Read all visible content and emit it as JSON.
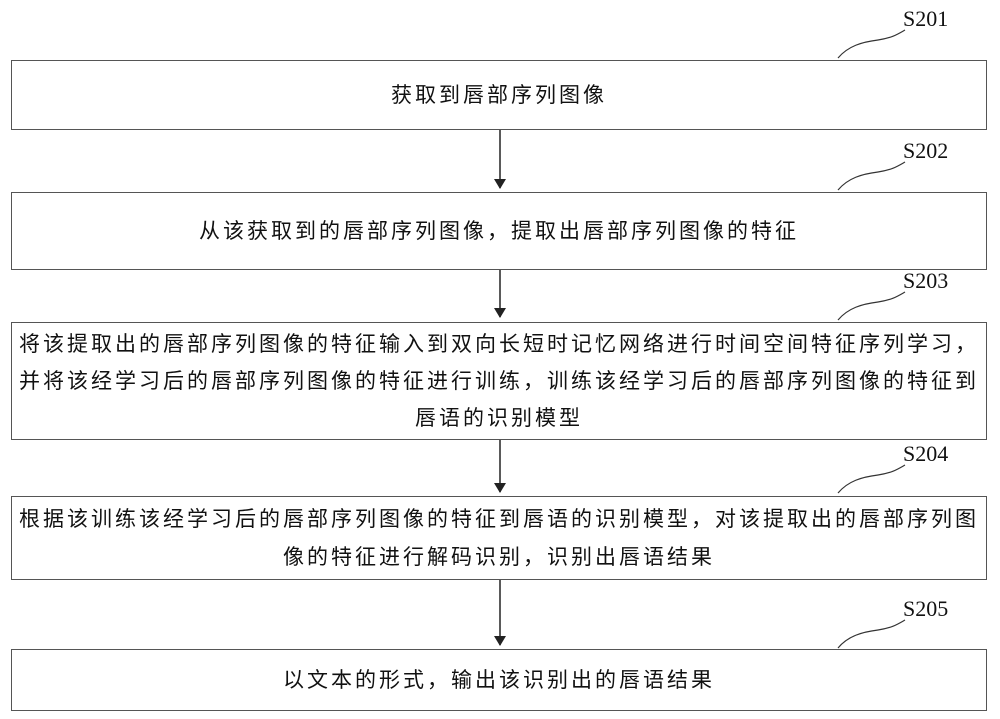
{
  "steps": [
    {
      "id": "S201",
      "text": "获取到唇部序列图像"
    },
    {
      "id": "S202",
      "text": "从该获取到的唇部序列图像，提取出唇部序列图像的特征"
    },
    {
      "id": "S203",
      "text": "将该提取出的唇部序列图像的特征输入到双向长短时记忆网络进行时间空间特征序列学习，并将该经学习后的唇部序列图像的特征进行训练，训练该经学习后的唇部序列图像的特征到唇语的识别模型"
    },
    {
      "id": "S204",
      "text": "根据该训练该经学习后的唇部序列图像的特征到唇语的识别模型，对该提取出的唇部序列图像的特征进行解码识别，识别出唇语结果"
    },
    {
      "id": "S205",
      "text": "以文本的形式，输出该识别出的唇语结果"
    }
  ]
}
